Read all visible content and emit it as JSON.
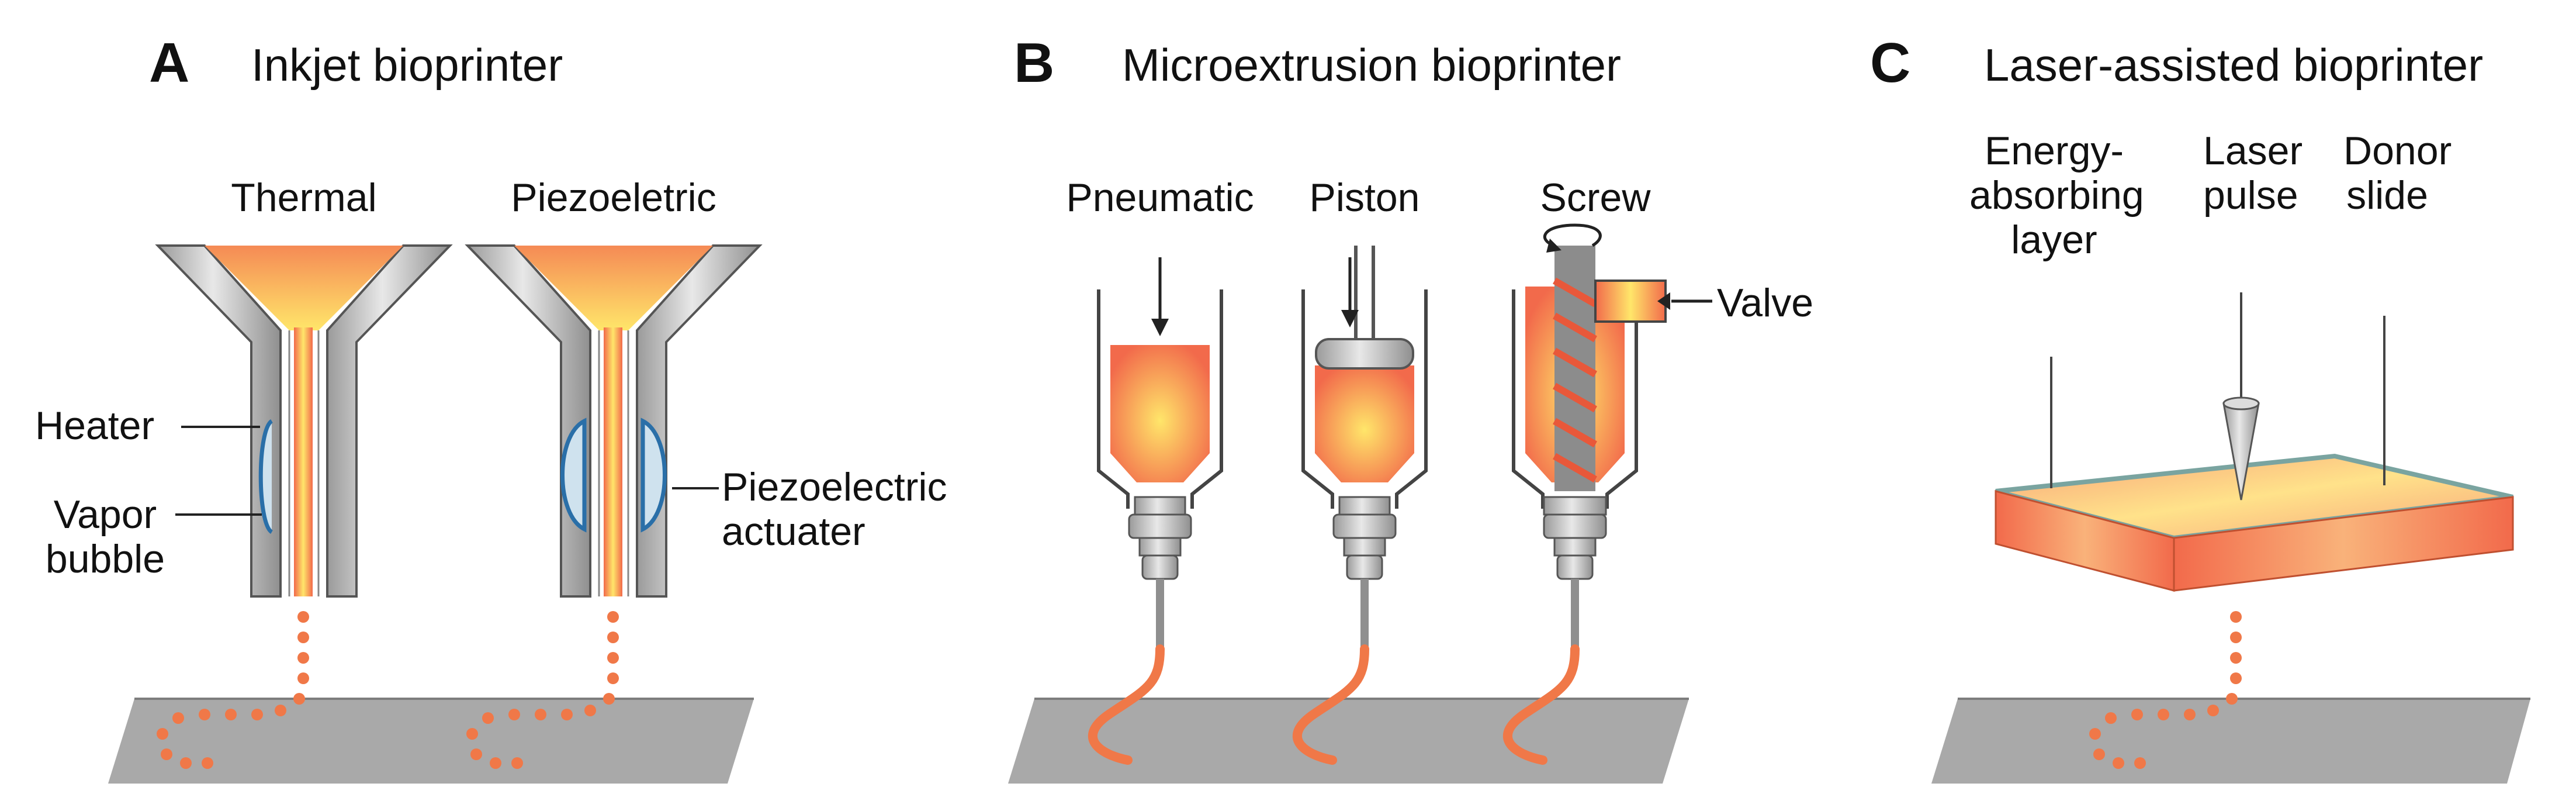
{
  "panels": {
    "a": {
      "letter": "A",
      "title": "Inkjet bioprinter",
      "thermal": "Thermal",
      "piezo": "Piezoeletric",
      "heater": "Heater",
      "vapor": "Vapor\nbubble",
      "actuator": "Piezoelectric\nactuater"
    },
    "b": {
      "letter": "B",
      "title": "Microextrusion bioprinter",
      "pneumatic": "Pneumatic",
      "piston": "Piston",
      "screw": "Screw",
      "valve": "Valve"
    },
    "c": {
      "letter": "C",
      "title": "Laser-assisted bioprinter",
      "energy": "Energy-\nabsorbing\nlayer",
      "laser": "Laser\npulse",
      "donor": "Donor\nslide"
    }
  },
  "colors": {
    "bioink_core": "#ffe66a",
    "bioink_edge": "#f26a4b",
    "droplet": "#f07848",
    "nozzle": "#c8c8c8",
    "nozzle_dark": "#9a9a9a",
    "substrate": "#a9a9a9",
    "substrate_side": "#8a8a8a",
    "actuator_blue": "#2a6fa8",
    "glass": "#7aa4a0",
    "line": "#222222"
  }
}
